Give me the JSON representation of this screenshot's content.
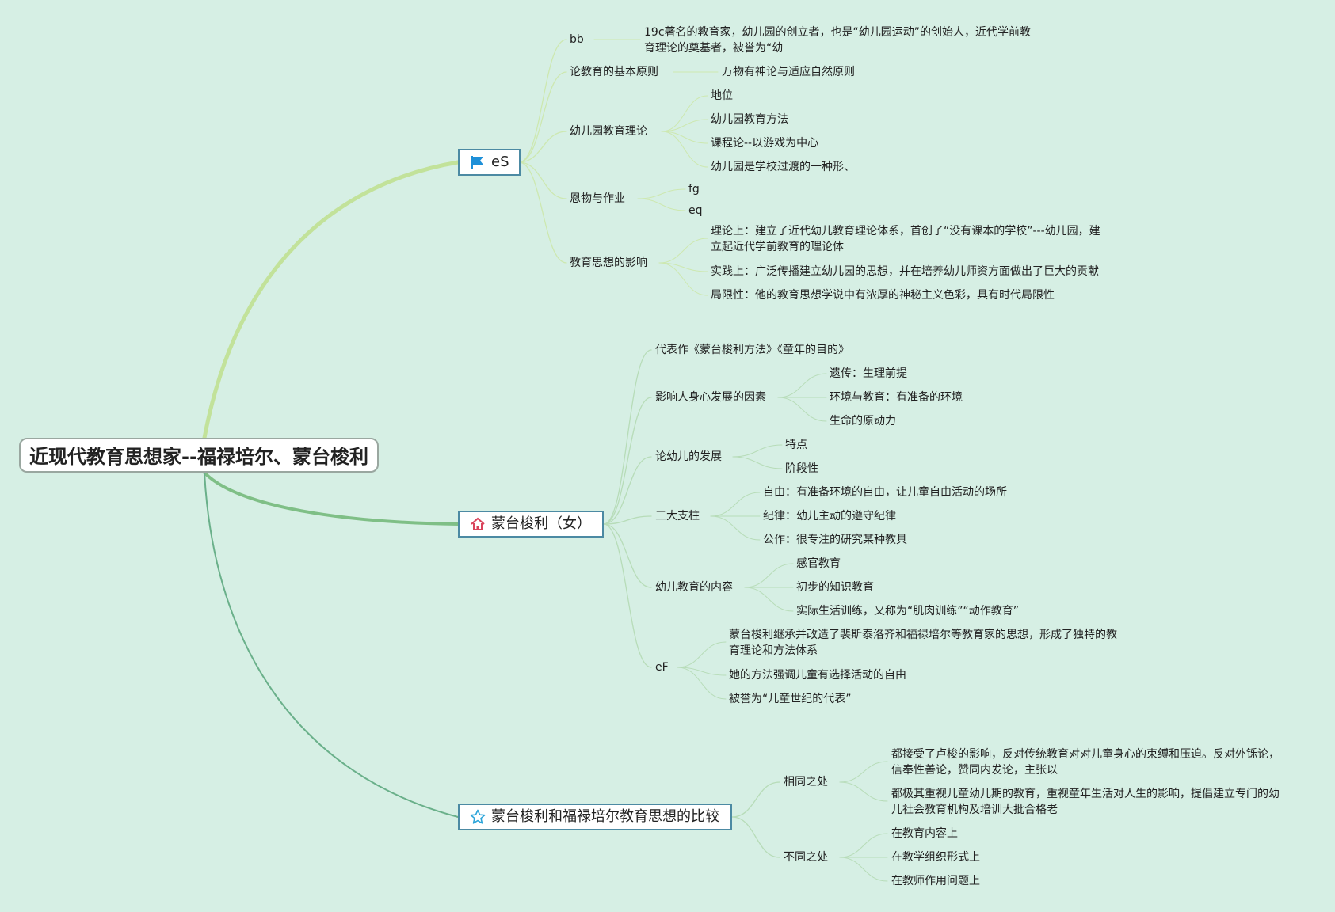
{
  "colors": {
    "background": "#d6efe4",
    "branch_border": "#4c8aa3",
    "flag": "#1e90d8",
    "house": "#d9435b",
    "star": "#2aa4d9"
  },
  "root": {
    "label": "近现代教育思想家--福禄培尔、蒙台梭利"
  },
  "branches": [
    {
      "label": "eS",
      "icon": "flag-icon",
      "children": [
        {
          "label": "bb",
          "leaves": [
            "19c著名的教育家，幼儿园的创立者，也是“幼儿园运动”的创始人，近代学前教育理论的奠基者，被誉为“幼"
          ]
        },
        {
          "label": "论教育的基本原则",
          "leaves": [
            "万物有神论与适应自然原则"
          ]
        },
        {
          "label": "幼儿园教育理论",
          "leaves": [
            "地位",
            "幼儿园教育方法",
            "课程论--以游戏为中心",
            "幼儿园是学校过渡的一种形、"
          ]
        },
        {
          "label": "恩物与作业",
          "leaves": [
            "fg",
            "eq"
          ]
        },
        {
          "label": "教育思想的影响",
          "leaves": [
            "理论上：建立了近代幼儿教育理论体系，首创了“没有课本的学校”---幼儿园，建立起近代学前教育的理论体",
            "实践上：广泛传播建立幼儿园的思想，并在培养幼儿师资方面做出了巨大的贡献",
            "局限性：他的教育思想学说中有浓厚的神秘主义色彩，具有时代局限性"
          ]
        }
      ]
    },
    {
      "label": "蒙台梭利（女）",
      "icon": "house-icon",
      "children": [
        {
          "label": "代表作《蒙台梭利方法》《童年的目的》",
          "leaves": []
        },
        {
          "label": "影响人身心发展的因素",
          "leaves": [
            "遗传：生理前提",
            "环境与教育：有准备的环境",
            "生命的原动力"
          ]
        },
        {
          "label": "论幼儿的发展",
          "leaves": [
            "特点",
            "阶段性"
          ]
        },
        {
          "label": "三大支柱",
          "leaves": [
            "自由：有准备环境的自由，让儿童自由活动的场所",
            "纪律：幼儿主动的遵守纪律",
            "公作：很专注的研究某种教具"
          ]
        },
        {
          "label": "幼儿教育的内容",
          "leaves": [
            "感官教育",
            "初步的知识教育",
            "实际生活训练，又称为“肌肉训练”“动作教育”"
          ]
        },
        {
          "label": "eF",
          "leaves": [
            "蒙台梭利继承并改造了裴斯泰洛齐和福禄培尔等教育家的思想，形成了独特的教育理论和方法体系",
            "她的方法强调儿童有选择活动的自由",
            "被誉为“儿童世纪的代表”"
          ]
        }
      ]
    },
    {
      "label": "蒙台梭利和福禄培尔教育思想的比较",
      "icon": "star-icon",
      "children": [
        {
          "label": "相同之处",
          "leaves": [
            "都接受了卢梭的影响，反对传统教育对对儿童身心的束缚和压迫。反对外铄论，信奉性善论，赞同内发论，主张以",
            "都极其重视儿童幼儿期的教育，重视童年生活对人生的影响，提倡建立专门的幼儿社会教育机构及培训大批合格老"
          ]
        },
        {
          "label": "不同之处",
          "leaves": [
            "在教育内容上",
            "在教学组织形式上",
            "在教师作用问题上"
          ]
        }
      ]
    }
  ]
}
